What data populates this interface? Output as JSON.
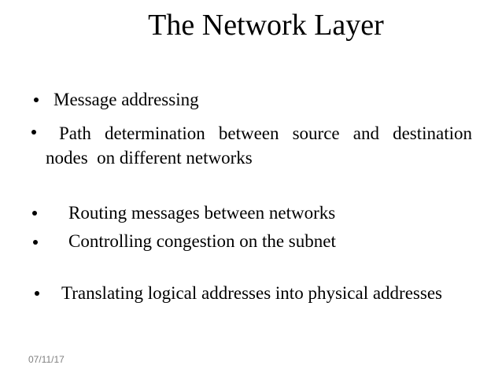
{
  "slide": {
    "title": "The Network Layer",
    "bullets": [
      {
        "text": "Message addressing"
      },
      {
        "line1": "Path determination between source and destination",
        "line2": "nodes  on different networks"
      },
      {
        "text": "Routing messages between networks"
      },
      {
        "text": "Controlling congestion on the subnet"
      },
      {
        "text": "Translating logical addresses into physical addresses"
      }
    ],
    "footer_date": "07/11/17",
    "colors": {
      "background": "#ffffff",
      "text": "#000000",
      "footer_text": "#808080"
    }
  }
}
